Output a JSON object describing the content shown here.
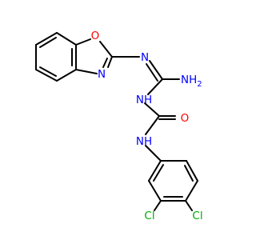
{
  "molecule": {
    "atom_labels": {
      "O_ring": "O",
      "N_ring": "N",
      "N_imine": "N",
      "NH2": "NH",
      "NH2_sub": "2",
      "NH_guan": "NH",
      "O_carbonyl": "O",
      "NH_aryl": "NH",
      "Cl_3": "Cl",
      "Cl_4": "Cl"
    },
    "colors": {
      "bond": "#000000",
      "nitrogen": "#0000ff",
      "oxygen": "#ff0000",
      "chlorine": "#00aa00"
    }
  }
}
